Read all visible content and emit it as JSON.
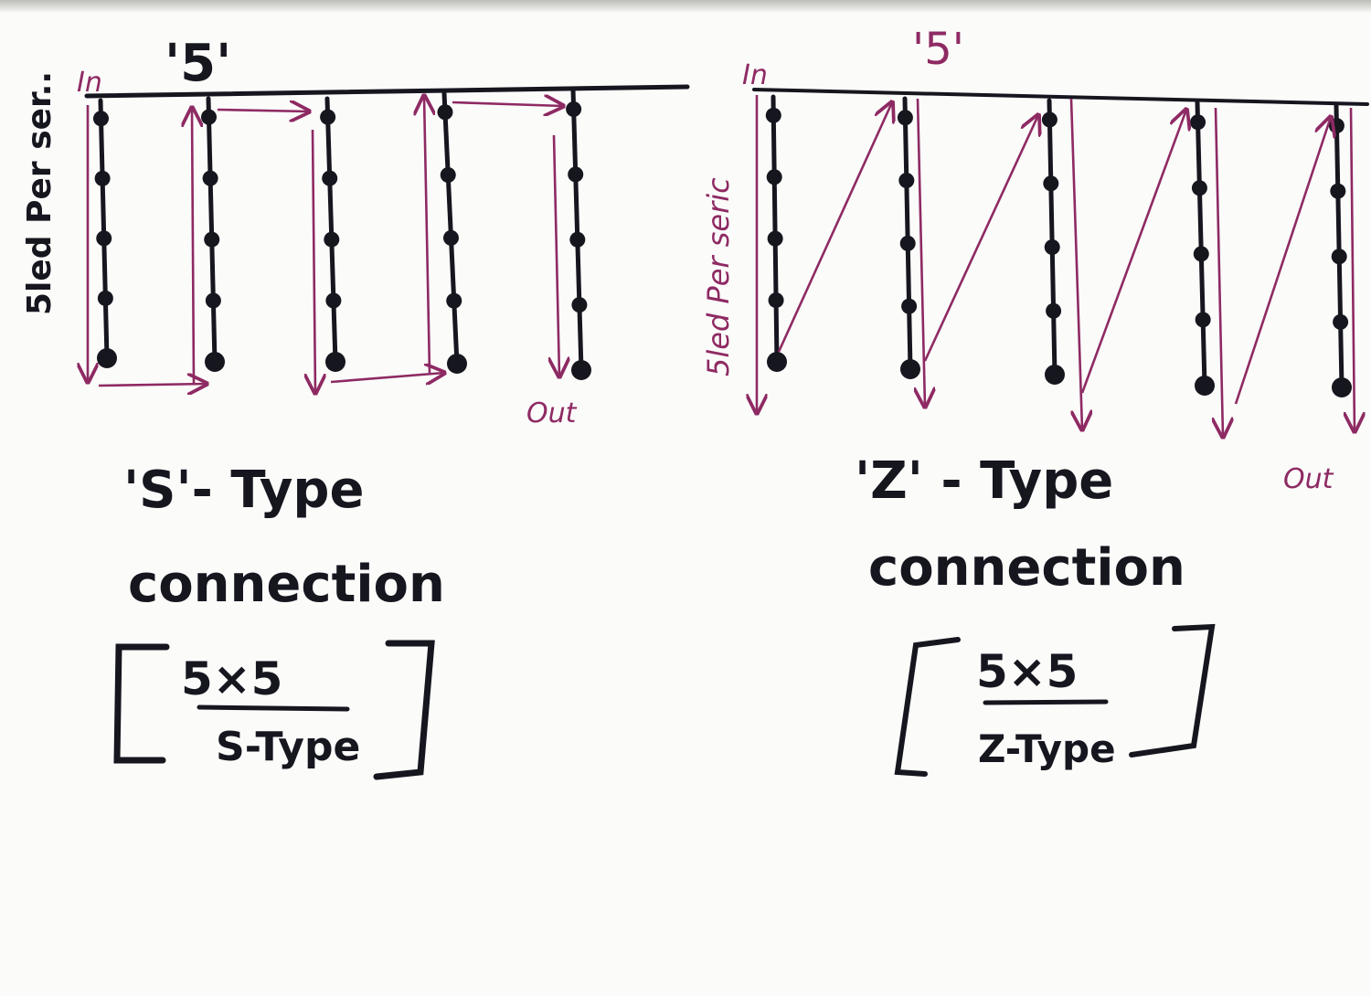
{
  "s_diagram": {
    "strings": 5,
    "leds_per_string": 5,
    "side_label": "5led Per ser..",
    "in_label": "In",
    "out_label": "Out",
    "count_label": "'5'",
    "type_title": "'S'- Type",
    "connection_word": "connection",
    "fraction_numerator": "5×5",
    "fraction_denominator": "S-Type"
  },
  "z_diagram": {
    "strings": 5,
    "leds_per_string": 5,
    "side_label": "5led Per seric",
    "in_label": "In",
    "out_label": "Out",
    "count_label": "'5'",
    "type_title": "'Z' - Type",
    "connection_word": "connection",
    "fraction_numerator": "5×5",
    "fraction_denominator": "Z-Type"
  },
  "colors": {
    "ink": "#16161f",
    "pen": "#8e2a63",
    "paper": "#fbfbfa"
  }
}
